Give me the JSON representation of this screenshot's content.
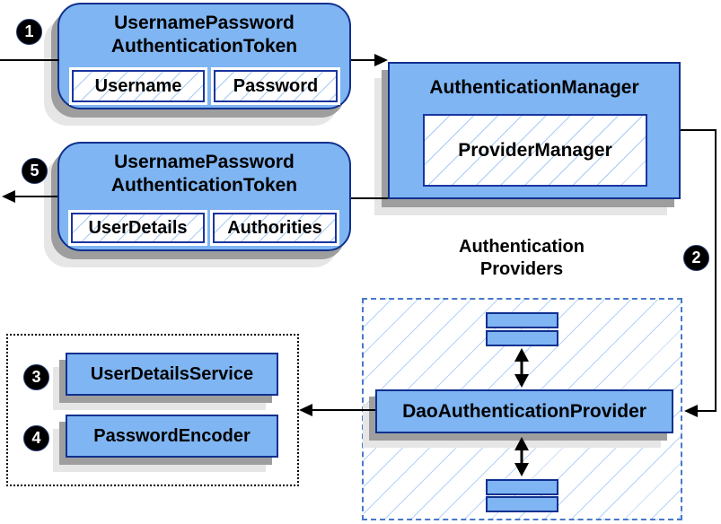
{
  "steps": {
    "s1": "1",
    "s2": "2",
    "s3": "3",
    "s4": "4",
    "s5": "5"
  },
  "nodes": {
    "token_request": {
      "title_line1": "UsernamePassword",
      "title_line2": "AuthenticationToken",
      "field1": "Username",
      "field2": "Password"
    },
    "authentication_manager": {
      "title": "AuthenticationManager",
      "inner": "ProviderManager"
    },
    "token_response": {
      "title_line1": "UsernamePassword",
      "title_line2": "AuthenticationToken",
      "field1": "UserDetails",
      "field2": "Authorities"
    },
    "providers_group": {
      "label_line1": "Authentication",
      "label_line2": "Providers"
    },
    "dao_authentication_provider": {
      "label": "DaoAuthenticationProvider"
    },
    "user_details_service": {
      "label": "UserDetailsService"
    },
    "password_encoder": {
      "label": "PasswordEncoder"
    }
  },
  "colors": {
    "node_fill": "#7FB5F2",
    "node_border": "#10308F",
    "hatch_line": "#A8CBF5",
    "dashed_border": "#4878C8",
    "dotted_border": "#000000",
    "shadow_dark": "#9E9E9E",
    "shadow_light": "#E6E6E6",
    "connector": "#000000",
    "badge_bg": "#000000",
    "badge_text": "#FFFFFF"
  }
}
